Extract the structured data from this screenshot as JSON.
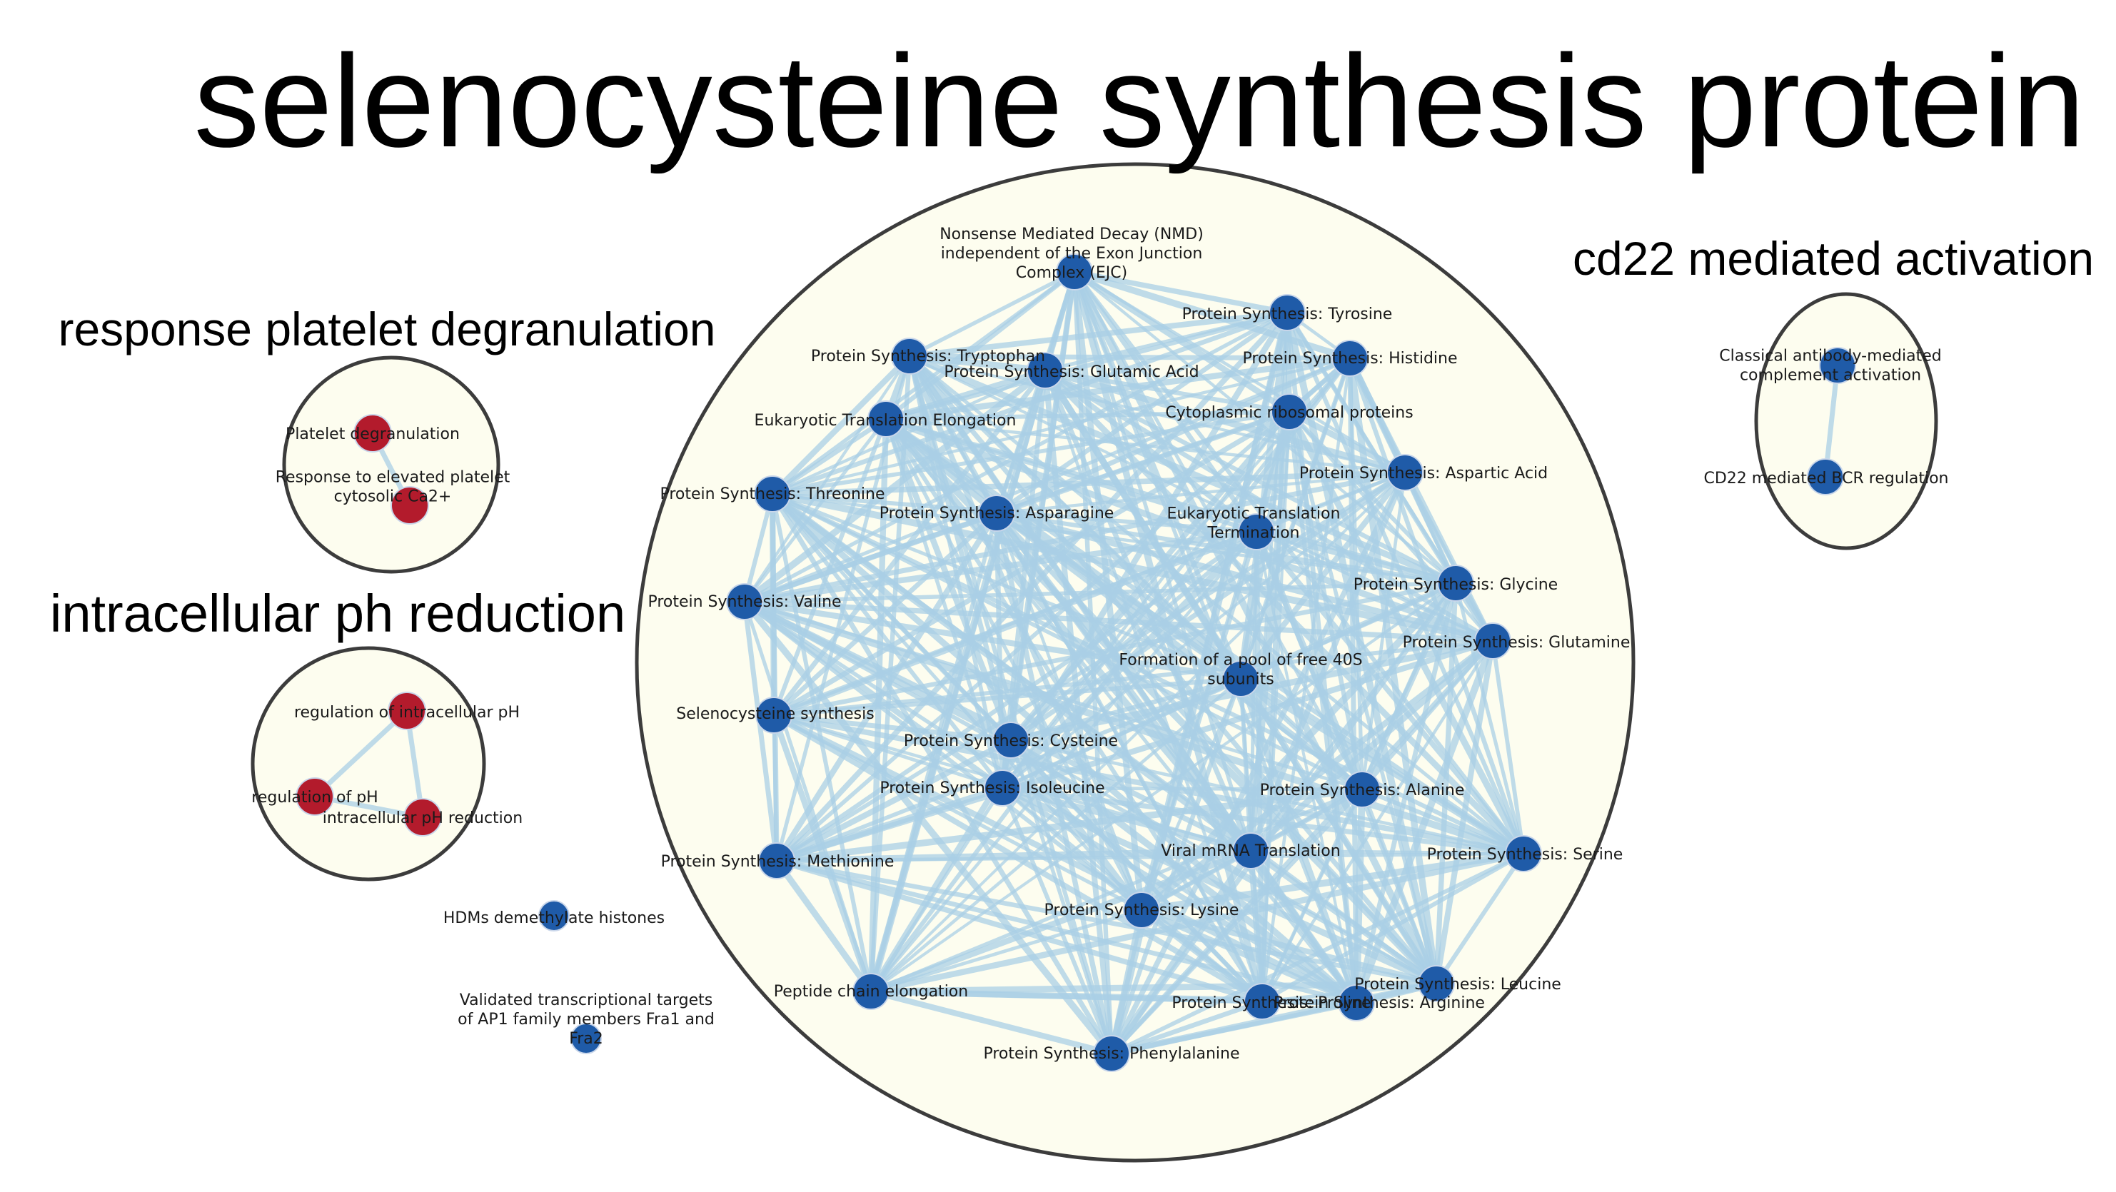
{
  "title": "selenocysteine synthesis protein",
  "colors": {
    "background": "#ffffff",
    "cluster_fill": "#fdfdef",
    "cluster_stroke": "#3c3c3c",
    "edge": "#a9cfe6",
    "node_blue": "#1f5ba8",
    "node_red": "#b31b2c",
    "node_stroke": "#c9d6ea"
  },
  "clusters": [
    {
      "id": "main",
      "title": "",
      "nodes": [
        {
          "label": "Nonsense Mediated Decay (NMD)\nindependent of the Exon Junction\nComplex (EJC)",
          "color": "blue"
        },
        {
          "label": "Protein Synthesis: Tyrosine",
          "color": "blue"
        },
        {
          "label": "Protein Synthesis: Tryptophan",
          "color": "blue"
        },
        {
          "label": "Protein Synthesis: Glutamic Acid",
          "color": "blue"
        },
        {
          "label": "Protein Synthesis: Histidine",
          "color": "blue"
        },
        {
          "label": "Eukaryotic Translation Elongation",
          "color": "blue"
        },
        {
          "label": "Cytoplasmic ribosomal proteins",
          "color": "blue"
        },
        {
          "label": "Protein Synthesis: Aspartic Acid",
          "color": "blue"
        },
        {
          "label": "Protein Synthesis: Threonine",
          "color": "blue"
        },
        {
          "label": "Protein Synthesis: Asparagine",
          "color": "blue"
        },
        {
          "label": "Eukaryotic Translation\nTermination",
          "color": "blue"
        },
        {
          "label": "Protein Synthesis: Glycine",
          "color": "blue"
        },
        {
          "label": "Protein Synthesis: Valine",
          "color": "blue"
        },
        {
          "label": "Protein Synthesis: Glutamine",
          "color": "blue"
        },
        {
          "label": "Formation of a pool of free 40S\nsubunits",
          "color": "blue"
        },
        {
          "label": "Selenocysteine synthesis",
          "color": "blue"
        },
        {
          "label": "Protein Synthesis: Cysteine",
          "color": "blue"
        },
        {
          "label": "Protein Synthesis: Isoleucine",
          "color": "blue"
        },
        {
          "label": "Protein Synthesis: Alanine",
          "color": "blue"
        },
        {
          "label": "Protein Synthesis: Methionine",
          "color": "blue"
        },
        {
          "label": "Viral mRNA Translation",
          "color": "blue"
        },
        {
          "label": "Protein Synthesis: Serine",
          "color": "blue"
        },
        {
          "label": "Protein Synthesis: Lysine",
          "color": "blue"
        },
        {
          "label": "Peptide chain elongation",
          "color": "blue"
        },
        {
          "label": "Protein Synthesis: Leucine",
          "color": "blue"
        },
        {
          "label": "Protein Synthesis: Proline",
          "color": "blue"
        },
        {
          "label": "Protein Synthesis: Arginine",
          "color": "blue"
        },
        {
          "label": "Protein Synthesis: Phenylalanine",
          "color": "blue"
        }
      ]
    },
    {
      "id": "cd22",
      "title": "cd22 mediated activation",
      "nodes": [
        {
          "label": "Classical antibody-mediated\ncomplement activation",
          "color": "blue"
        },
        {
          "label": "CD22 mediated BCR regulation",
          "color": "blue"
        }
      ]
    },
    {
      "id": "platelet",
      "title": "response platelet degranulation",
      "nodes": [
        {
          "label": "Platelet degranulation",
          "color": "red"
        },
        {
          "label": "Response to elevated platelet\ncytosolic Ca2+",
          "color": "red"
        }
      ]
    },
    {
      "id": "ph",
      "title": "intracellular ph reduction",
      "nodes": [
        {
          "label": "regulation of intracellular pH",
          "color": "red"
        },
        {
          "label": "regulation of pH",
          "color": "red"
        },
        {
          "label": "intracellular pH reduction",
          "color": "red"
        }
      ]
    }
  ],
  "singletons": [
    {
      "label": "HDMs demethylate histones",
      "color": "blue"
    },
    {
      "label": "Validated transcriptional targets\nof AP1 family members Fra1 and\nFra2",
      "color": "blue"
    }
  ]
}
